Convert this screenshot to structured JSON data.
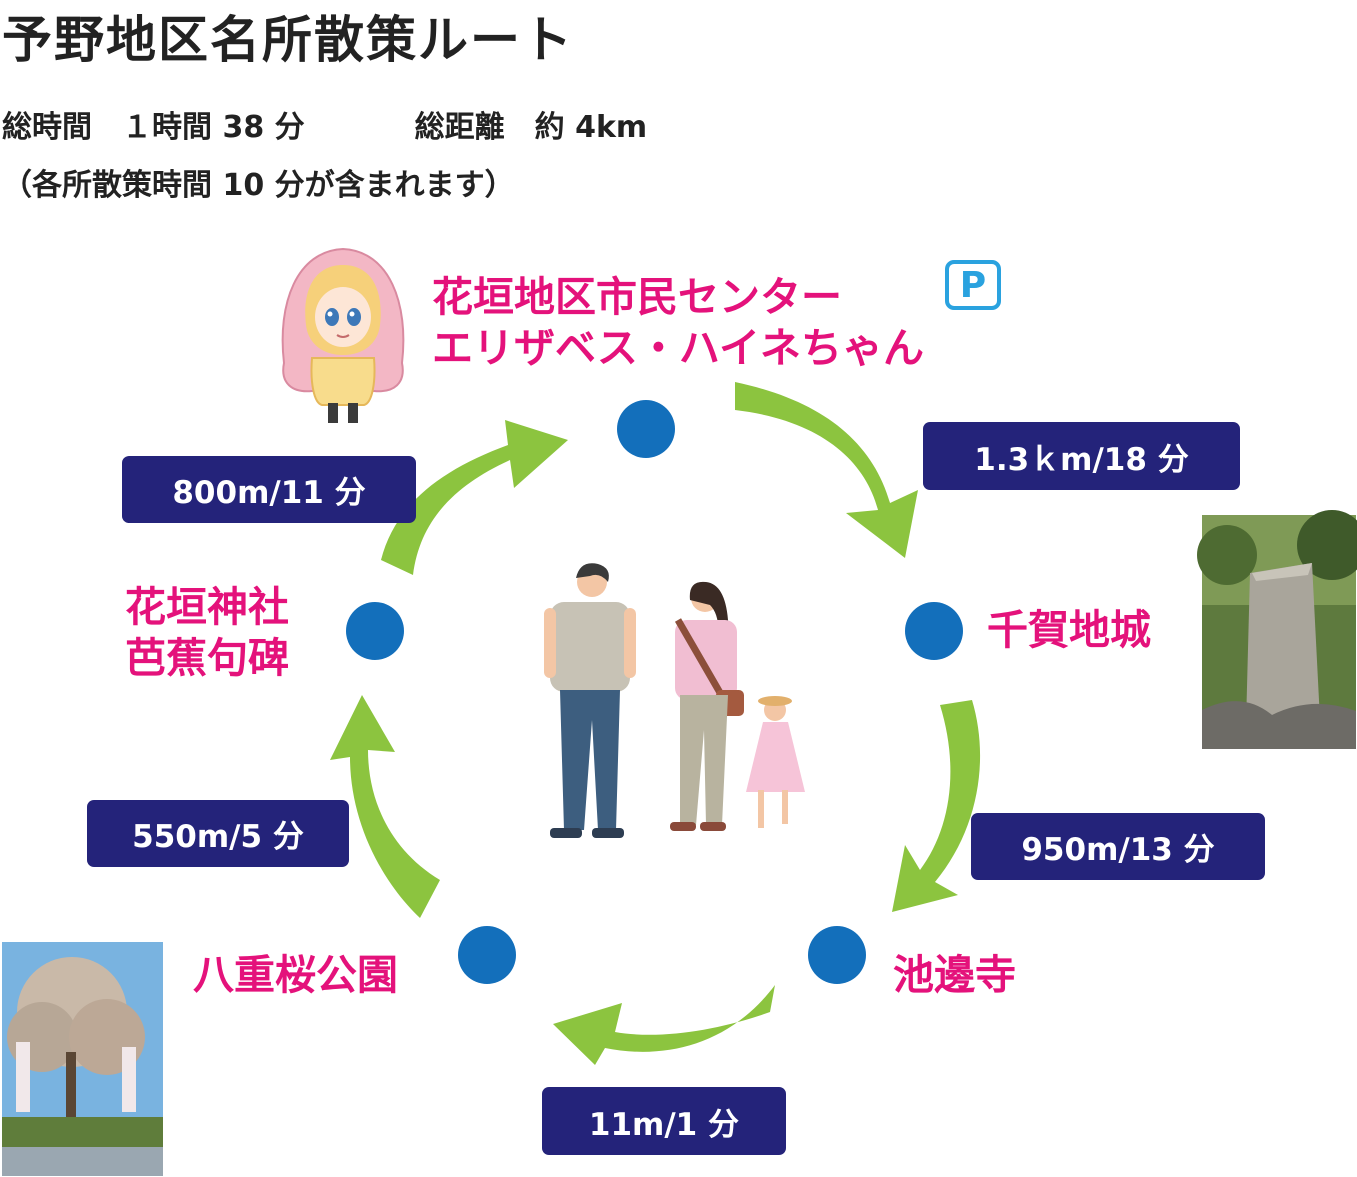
{
  "title": "予野地区名所散策ルート",
  "info": {
    "total_time_label": "総時間",
    "total_time_value": "１時間 38 分",
    "total_distance_label": "総距離",
    "total_distance_value": "約 4km",
    "note": "（各所散策時間 10 分が含まれます）"
  },
  "parking_symbol": "P",
  "stops": {
    "start": {
      "line1": "花垣地区市民センター",
      "line2": "エリザベス・ハイネちゃん"
    },
    "chigajo": {
      "name": "千賀地城"
    },
    "ikenobe": {
      "name": "池邊寺"
    },
    "yaezakura": {
      "name": "八重桜公園"
    },
    "hanagaki_jinja": {
      "line1": "花垣神社",
      "line2": "芭蕉句碑"
    }
  },
  "segments": {
    "start_to_chigajo": "1.3ｋm/18 分",
    "chigajo_to_ikenobe": "950m/13 分",
    "ikenobe_to_yaezakura": "11m/1 分",
    "yaezakura_to_jinja": "550m/5 分",
    "jinja_to_start": "800m/11 分"
  },
  "colors": {
    "accent_pink": "#e4127b",
    "stop_dot": "#136fbb",
    "arrow_green": "#8cc43f",
    "pill_navy": "#24237a",
    "parking_blue": "#2aa2df"
  }
}
